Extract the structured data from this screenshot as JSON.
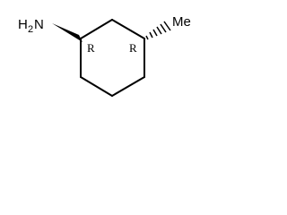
{
  "molecule": {
    "amine_symbol": "N",
    "amine_prefix": "H",
    "amine_hcount": "2",
    "methyl_label": "Me",
    "stereo_c1": "R",
    "stereo_c3": "R"
  },
  "colors": {
    "bond": "#000000",
    "background": "#ffffff"
  }
}
